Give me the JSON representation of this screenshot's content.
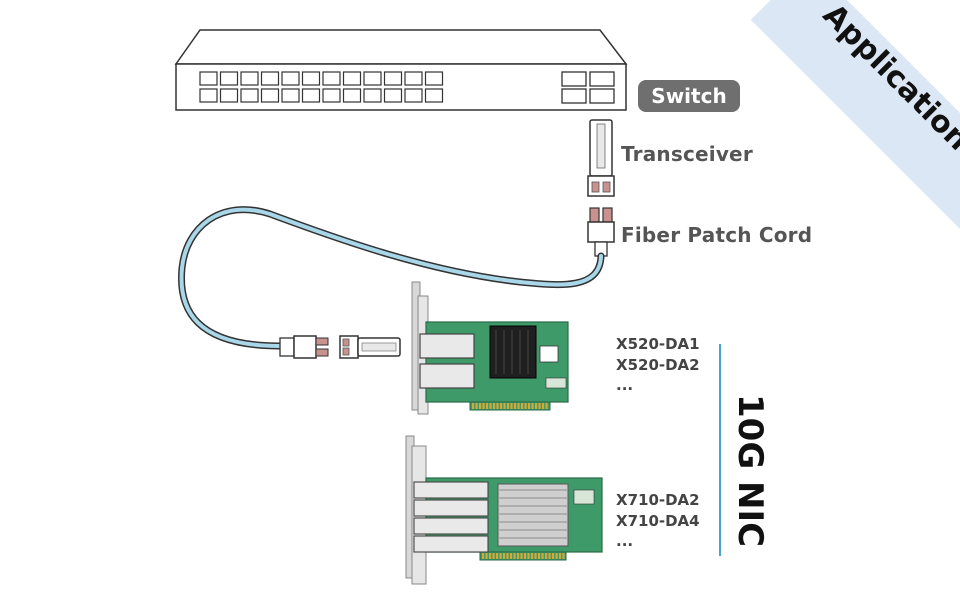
{
  "corner_banner": {
    "label": "Application",
    "color": "#dce7f5"
  },
  "labels": {
    "switch": "Switch",
    "transceiver": "Transceiver",
    "fiber_patch_cord": "Fiber Patch Cord"
  },
  "nic_group": {
    "title": "10G NIC",
    "accent_color": "#4aa3c8",
    "cards": [
      {
        "models": [
          "X520-DA1",
          "X520-DA2",
          "..."
        ]
      },
      {
        "models": [
          "X710-DA2",
          "X710-DA4",
          "..."
        ]
      }
    ]
  },
  "colors": {
    "cable": "#7ab8d6",
    "pcb": "#3f9a6a",
    "outline": "#333333",
    "badge": "#6f6f6f"
  }
}
